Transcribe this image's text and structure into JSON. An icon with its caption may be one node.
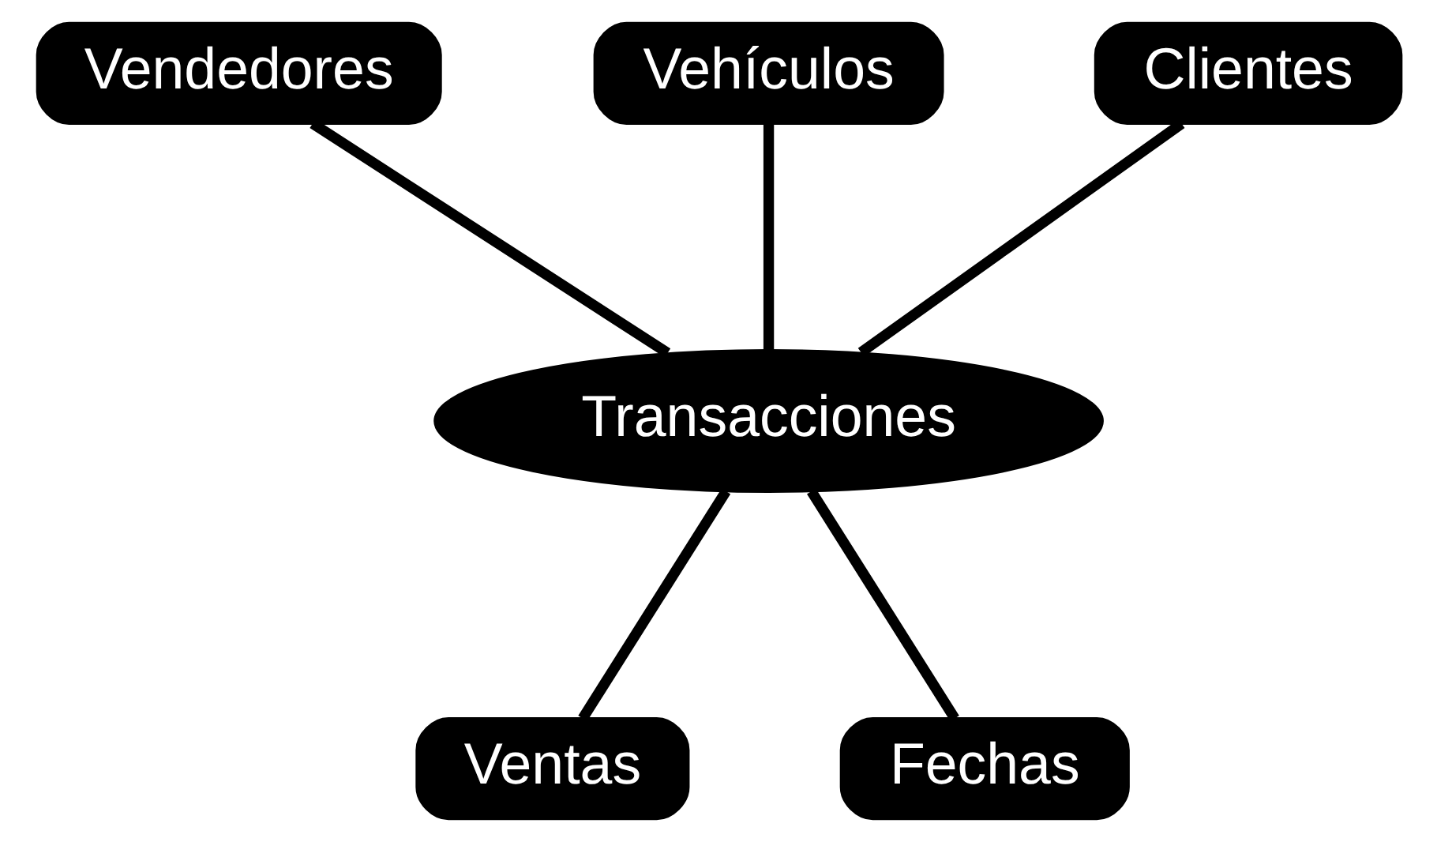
{
  "diagram": {
    "nodes": [
      {
        "text": [
          "Vendedores"
        ]
      },
      {
        "text": [
          "Vehículos"
        ]
      },
      {
        "text": [
          "Clientes"
        ]
      },
      {
        "text": [
          "Transacciones"
        ]
      },
      {
        "text": [
          "Ventas"
        ]
      },
      {
        "text": [
          "Fechas"
        ]
      }
    ],
    "edges": [
      {
        "from": 0,
        "to": 3,
        "arrow": "none"
      },
      {
        "from": 1,
        "to": 3,
        "arrow": "none"
      },
      {
        "from": 2,
        "to": 3,
        "arrow": "none"
      },
      {
        "from": 3,
        "to": 4,
        "arrow": "none"
      },
      {
        "from": 3,
        "to": 5,
        "arrow": "none"
      }
    ]
  }
}
